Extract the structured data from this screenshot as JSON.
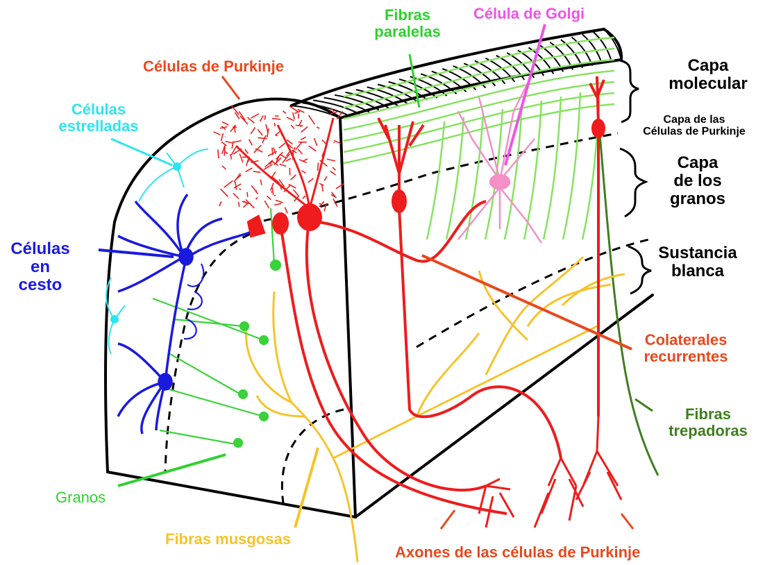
{
  "colors": {
    "purkinje": "#ee1c1c",
    "golgi": "#f48fc7",
    "parallel": "#7ee05a",
    "basket": "#1a1adf",
    "stellate": "#2ee4ee",
    "granule": "#3bd13b",
    "mossy": "#f7c32a",
    "climbing": "#3f7d1f",
    "outline": "#000000"
  },
  "labels": {
    "purkinje_cells": "Células de Purkinje",
    "parallel_fibers": [
      "Fibras",
      "paralelas"
    ],
    "golgi_cell": "Célula de Golgi",
    "stellate_cells": [
      "Células",
      "estrelladas"
    ],
    "basket_cells": [
      "Células",
      "en",
      "cesto"
    ],
    "granules": "Granos",
    "mossy_fibers": "Fibras musgosas",
    "purkinje_axons": "Axones de las células de Purkinje",
    "recurrent_collaterals": [
      "Colaterales",
      "recurrentes"
    ],
    "climbing_fibers": [
      "Fibras",
      "trepadoras"
    ]
  },
  "layers": {
    "molecular": [
      "Capa",
      "molecular"
    ],
    "purkinje": [
      "Capa de las",
      "Células de Purkinje"
    ],
    "granular": [
      "Capa",
      "de los",
      "granos"
    ],
    "white_matter": [
      "Sustancia",
      "blanca"
    ]
  }
}
